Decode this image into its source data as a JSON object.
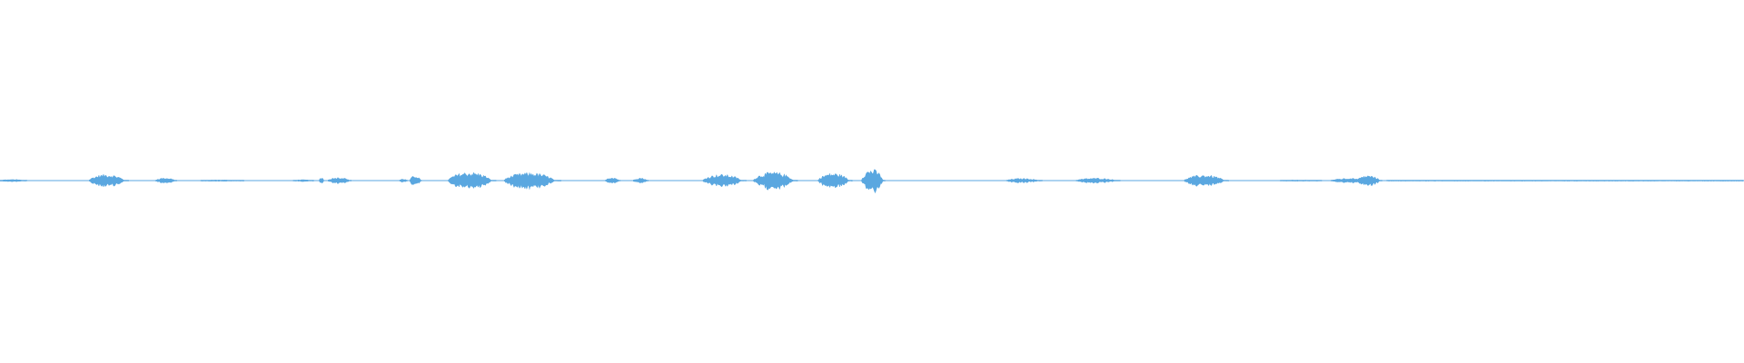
{
  "waveform": {
    "color": "#5aa7e0",
    "baseline_color": "#5aa7e0",
    "total_duration_units": 1000,
    "segments": [
      {
        "start": 0,
        "end": 16,
        "amplitude": 0.1
      },
      {
        "start": 51,
        "end": 74,
        "amplitude": 0.55
      },
      {
        "start": 89,
        "end": 102,
        "amplitude": 0.25
      },
      {
        "start": 115,
        "end": 140,
        "amplitude": 0.06
      },
      {
        "start": 168,
        "end": 180,
        "amplitude": 0.08
      },
      {
        "start": 183,
        "end": 186,
        "amplitude": 0.3
      },
      {
        "start": 188,
        "end": 202,
        "amplitude": 0.3
      },
      {
        "start": 229,
        "end": 234,
        "amplitude": 0.15
      },
      {
        "start": 235,
        "end": 242,
        "amplitude": 0.45
      },
      {
        "start": 257,
        "end": 285,
        "amplitude": 0.75
      },
      {
        "start": 289,
        "end": 322,
        "amplitude": 0.7
      },
      {
        "start": 347,
        "end": 356,
        "amplitude": 0.3
      },
      {
        "start": 363,
        "end": 372,
        "amplitude": 0.25
      },
      {
        "start": 403,
        "end": 428,
        "amplitude": 0.55
      },
      {
        "start": 432,
        "end": 458,
        "amplitude": 0.75
      },
      {
        "start": 469,
        "end": 489,
        "amplitude": 0.65
      },
      {
        "start": 494,
        "end": 508,
        "amplitude": 1.0
      },
      {
        "start": 577,
        "end": 598,
        "amplitude": 0.2
      },
      {
        "start": 617,
        "end": 643,
        "amplitude": 0.22
      },
      {
        "start": 679,
        "end": 705,
        "amplitude": 0.5
      },
      {
        "start": 734,
        "end": 758,
        "amplitude": 0.05
      },
      {
        "start": 763,
        "end": 790,
        "amplitude": 0.2
      },
      {
        "start": 778,
        "end": 793,
        "amplitude": 0.45
      },
      {
        "start": 795,
        "end": 1000,
        "amplitude": 0.03
      }
    ]
  }
}
